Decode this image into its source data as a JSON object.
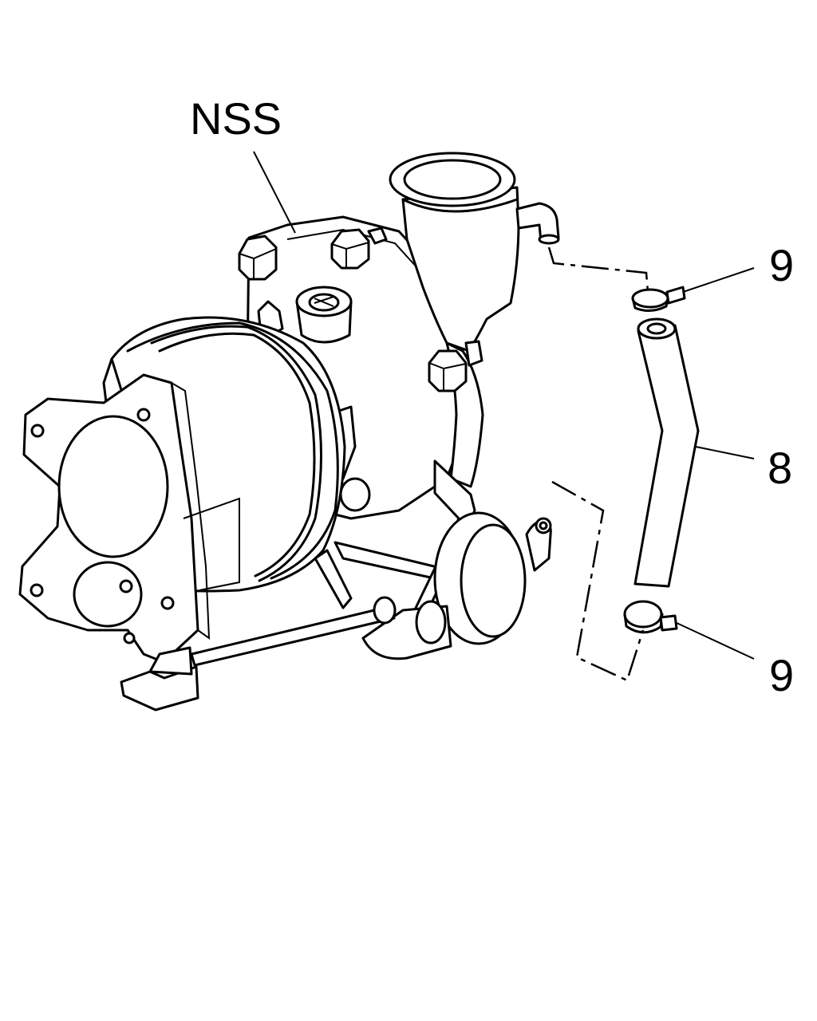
{
  "diagram": {
    "callouts": {
      "nss": "NSS",
      "hose_clamp_upper": "9",
      "hose": "8",
      "hose_clamp_lower": "9"
    }
  }
}
